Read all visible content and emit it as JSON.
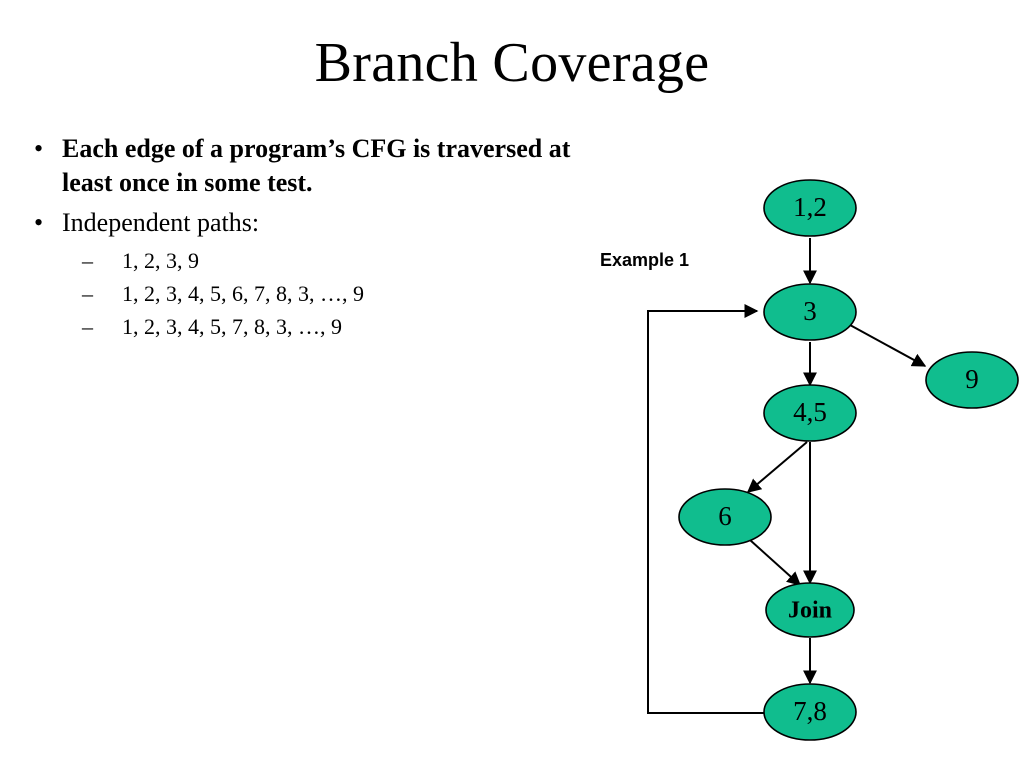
{
  "slide": {
    "title": "Branch Coverage",
    "background_color": "#ffffff",
    "text_color": "#000000"
  },
  "content": {
    "bullets": [
      {
        "marker": "•",
        "text": "Each edge of a program’s CFG is traversed at least once in some test.",
        "bold": true
      },
      {
        "marker": "•",
        "text": "Independent paths:",
        "bold": false
      }
    ],
    "sub_bullets": [
      {
        "marker": "–",
        "text": "1, 2, 3, 9"
      },
      {
        "marker": "–",
        "text": "1, 2, 3, 4, 5, 6, 7, 8, 3, …, 9"
      },
      {
        "marker": "–",
        "text": "1, 2, 3, 4, 5, 7, 8, 3, …, 9"
      }
    ]
  },
  "diagram": {
    "caption": "Example 1",
    "node_fill_color": "#10bd8e",
    "node_stroke_color": "#000000",
    "nodes": [
      {
        "id": "n12",
        "label": "1,2",
        "bold": false
      },
      {
        "id": "n3",
        "label": "3",
        "bold": false
      },
      {
        "id": "n9",
        "label": "9",
        "bold": false
      },
      {
        "id": "n45",
        "label": "4,5",
        "bold": false
      },
      {
        "id": "n6",
        "label": "6",
        "bold": false
      },
      {
        "id": "njoin",
        "label": "Join",
        "bold": true
      },
      {
        "id": "n78",
        "label": "7,8",
        "bold": false
      }
    ],
    "edges": [
      {
        "from": "1,2",
        "to": "3"
      },
      {
        "from": "3",
        "to": "9"
      },
      {
        "from": "3",
        "to": "4,5"
      },
      {
        "from": "4,5",
        "to": "6"
      },
      {
        "from": "4,5",
        "to": "Join"
      },
      {
        "from": "6",
        "to": "Join"
      },
      {
        "from": "Join",
        "to": "7,8"
      },
      {
        "from": "7,8",
        "to": "3"
      }
    ]
  }
}
